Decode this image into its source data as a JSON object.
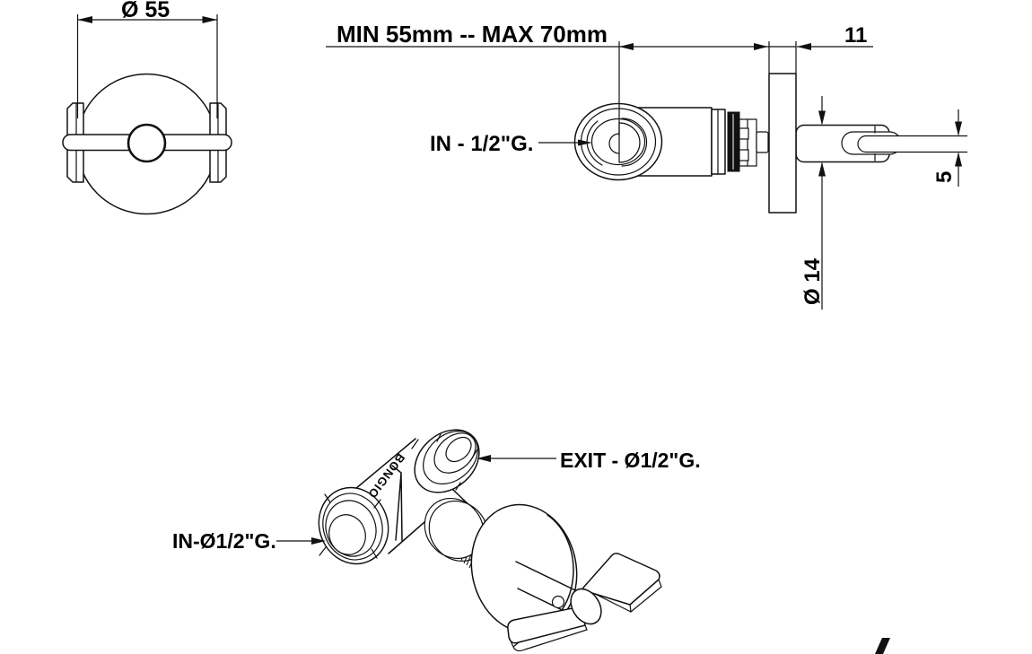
{
  "page": {
    "background": "#ffffff",
    "ink": "#111111"
  },
  "front_view": {
    "dim_flange_diameter": "Ø 55"
  },
  "side_view": {
    "dim_depth_range": "MIN 55mm -- MAX 70mm",
    "dim_wall_plate_width": "11",
    "label_inlet": "IN - 1/2\"G.",
    "dim_stem_diameter": "Ø 14",
    "dim_handle_bar_thickness": "5"
  },
  "iso_view": {
    "label_exit": "EXIT - Ø1/2\"G.",
    "label_inlet": "IN-Ø1/2\"G.",
    "brand": "BONGIO"
  }
}
